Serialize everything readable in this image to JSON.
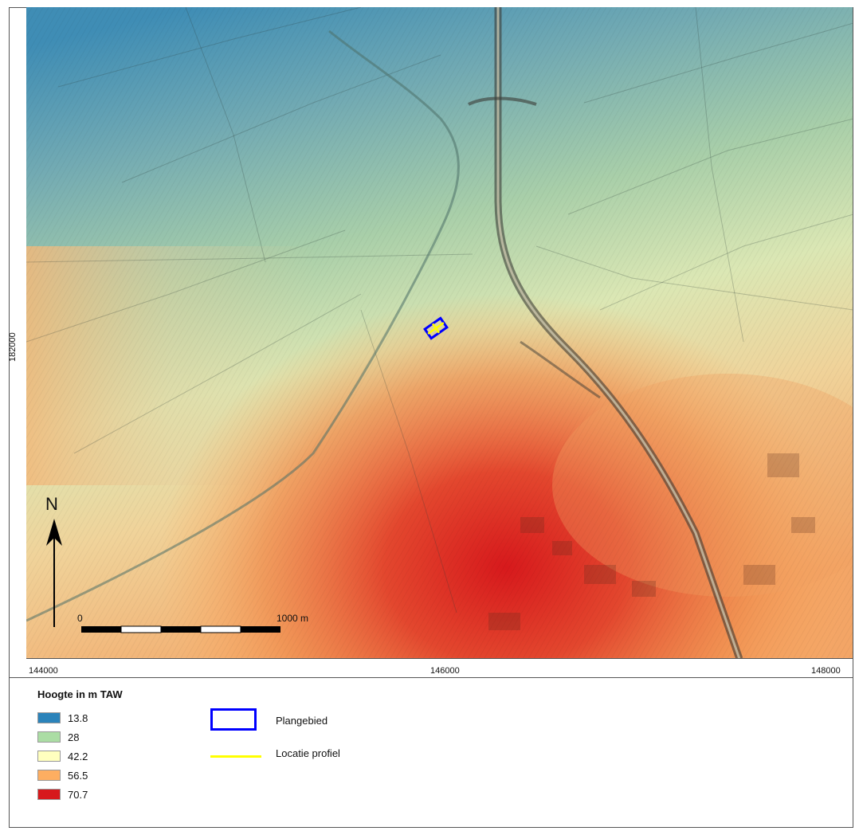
{
  "map": {
    "coordinates": {
      "y_label": "182000",
      "x_labels": [
        "144000",
        "146000",
        "148000"
      ]
    },
    "north_arrow": {
      "label": "N",
      "icon": "north-arrow-icon"
    },
    "scale_bar": {
      "start_label": "0",
      "end_label": "1000 m"
    },
    "features": {
      "study_area_icon": "plangebied-marker-icon",
      "road_icon": "highway-icon"
    },
    "colors": {
      "low": "#2b83ba",
      "mid_low": "#abdda4",
      "mid": "#ffffbf",
      "mid_high": "#fdae61",
      "high": "#d7191c",
      "plangebied_outline": "#0000ff",
      "profile_line": "#ffff00"
    }
  },
  "legend": {
    "title": "Hoogte in m TAW",
    "elevation_classes": [
      {
        "label": "13.8",
        "color": "#2b83ba"
      },
      {
        "label": "28",
        "color": "#abdda4"
      },
      {
        "label": "42.2",
        "color": "#ffffbf"
      },
      {
        "label": "56.5",
        "color": "#fdae61"
      },
      {
        "label": "70.7",
        "color": "#d7191c"
      }
    ],
    "symbols": [
      {
        "label": "Plangebied",
        "color": "#0000ff",
        "icon": "blue-rectangle-icon"
      },
      {
        "label": "Locatie profiel",
        "color": "#ffff00",
        "icon": "yellow-line-icon"
      }
    ]
  }
}
